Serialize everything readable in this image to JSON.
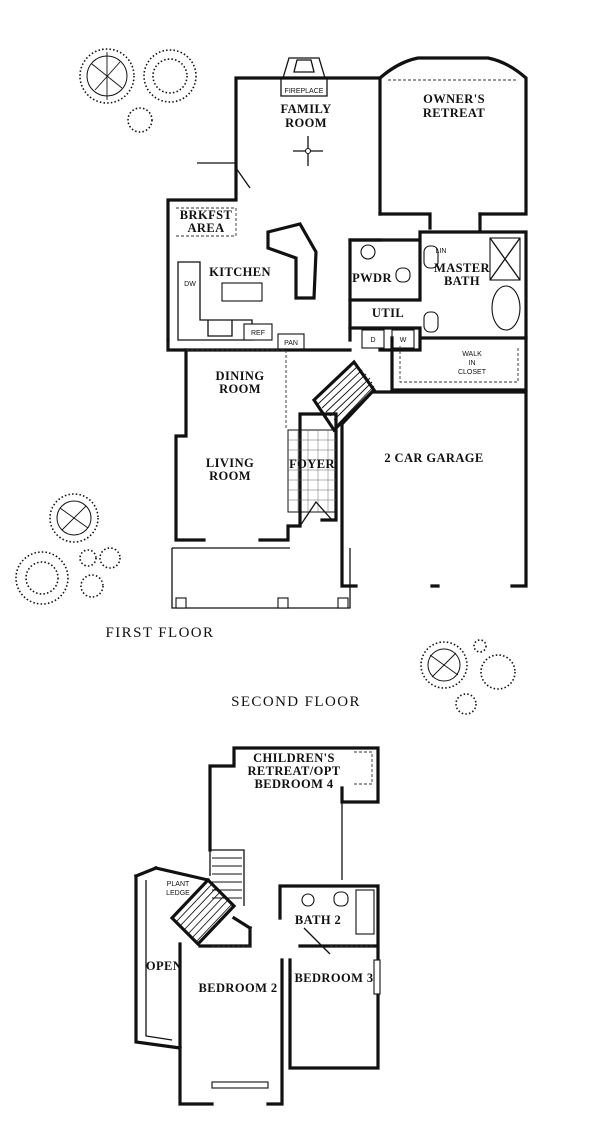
{
  "first_floor": {
    "title": "FIRST FLOOR",
    "rooms": {
      "family_room": [
        "FAMILY",
        "ROOM"
      ],
      "fireplace": "FIREPLACE",
      "owners_retreat": [
        "OWNER'S",
        "RETREAT"
      ],
      "brkfst_area": [
        "BRKFST",
        "AREA"
      ],
      "kitchen": "KITCHEN",
      "dw": "DW",
      "ref": "REF",
      "pan": "PAN",
      "pwdr": "PWDR",
      "lin": "LIN",
      "master_bath": [
        "MASTER",
        "BATH"
      ],
      "util": "UTIL",
      "dryer": "D",
      "washer": "W",
      "walk_in_closet": [
        "WALK",
        "IN",
        "CLOSET"
      ],
      "dining_room": [
        "DINING",
        "ROOM"
      ],
      "living_room": [
        "LIVING",
        "ROOM"
      ],
      "foyer": "FOYER",
      "garage": "2 CAR GARAGE"
    }
  },
  "second_floor": {
    "title": "SECOND FLOOR",
    "rooms": {
      "childrens_retreat": [
        "CHILDREN'S",
        "RETREAT/OPT",
        "BEDROOM 4"
      ],
      "plant_ledge": [
        "PLANT",
        "LEDGE"
      ],
      "open": "OPEN",
      "bath_2": "BATH 2",
      "bedroom_2": "BEDROOM 2",
      "bedroom_3": "BEDROOM 3"
    }
  }
}
